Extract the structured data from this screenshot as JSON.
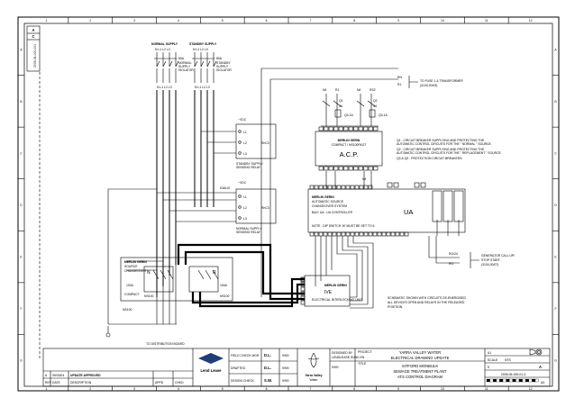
{
  "border": {
    "columns": [
      "1",
      "2",
      "3",
      "4",
      "5",
      "6",
      "7",
      "8",
      "9",
      "10",
      "11",
      "12"
    ],
    "rows": [
      "A",
      "B",
      "C",
      "D",
      "E",
      "F",
      "G"
    ],
    "revision_box": {
      "rev": "A",
      "code": "C",
      "ref": "2005-06-000-001"
    }
  },
  "supplies": {
    "normal": {
      "title": "NORMAL SUPPLY",
      "phases": "N L1 L2 L3",
      "isolator": [
        "NORMAL",
        "SUPPLY",
        "ISOLATOR"
      ],
      "rating": "80A"
    },
    "standby": {
      "title": "STANDBY SUPPLY",
      "phases": "N L1 L2 L3",
      "isolator": [
        "STANDBY",
        "SUPPLY",
        "ISOLATOR"
      ],
      "rating": "80A"
    }
  },
  "bus_labels": {
    "left": "N  L1  L2  L3",
    "right": "N  L1  L2  L3"
  },
  "transformer_note": {
    "line1": "TO FUSE 1 & TRANSFORMER",
    "line2": "(3103-00/03)",
    "n1": "RN",
    "n2": "R1"
  },
  "breakers": {
    "labels": [
      "N/I",
      "R1",
      "N/I",
      "RS2"
    ],
    "q1": "Q1",
    "q2": "Q2",
    "q3": "Q3-1A",
    "q4": "Q3-1A",
    "q5": "3A",
    "q6": "3A"
  },
  "acp": {
    "label1": "MERLIN GERIN",
    "label2": "COMPACT / NS100PAGT",
    "title": "A.C.P."
  },
  "breaker_notes": [
    "Q1 - CIRCUIT BREAKER SUPPLYING AND PROTECTING THE",
    "AUTOMATIC CONTROL CIRCUITS FOR THE \" NORMAL \" SOURCE.",
    "Q2 - CIRCUIT BREAKER SUPPLYING AND PROTECTING THE",
    "AUTOMATIC CONTROL CIRCUITS FOR THE \" REPLACEMENT \" SOURCE.",
    "Q3 & Q3 - PROTECTION CIRCUIT BREAKERS."
  ],
  "relays": {
    "standby": {
      "vdc": "~VDC",
      "terminals": [
        "L1",
        "L2",
        "L3"
      ],
      "device": "RnC3",
      "title1": "STANDBY SUPPLY",
      "title2": "SENSING RELAY"
    },
    "normal": {
      "vdc": "~VDC",
      "tag": "K3AUX",
      "terminals": [
        "L1",
        "L2",
        "L3"
      ],
      "device": "RnC3",
      "title1": "NORMAL SUPPLY",
      "title2": "SENSING RELAY"
    }
  },
  "controller": {
    "lines": [
      "MERLIN GERIN",
      "AUTOMATIC SOURCE",
      "CHANGEOVER SYSTEM"
    ],
    "model": "BA/C UA - UA CONTROLLER",
    "title": "UA",
    "note": "NOTE : DIP SWITCH 'W' MUST BE SET TO 5 ."
  },
  "generator_note": {
    "line1": "GENERATOR CALL UP/",
    "line2": "STOP START",
    "line3": "(3104-00/07)",
    "t1": "RG/24",
    "t2": "RG"
  },
  "changeover": {
    "title": [
      "MERLIN GERIN",
      "SOURCE",
      "CHANGEOVER"
    ],
    "n": "N",
    "r": "R",
    "rating1": "100A",
    "rating2": "100A",
    "compact": "COMPACT",
    "ns1": "NS100",
    "ns2": "NS100",
    "ref": "NS100"
  },
  "interlock": {
    "l1": "MERLIN GERIN",
    "title": "IVE",
    "l2": "ELECTRICAL INTERLOCKING UNIT"
  },
  "deenergised_note": [
    "SCHEMATIC SHOWN WITH CIRCUITS DE-ENERGISED",
    "ALL DEVICES OPEN AND RELAYS IN THE RELEASED",
    "POSITION."
  ],
  "distribution_label": "TO DISTRIBUTION BOARD",
  "title_block": {
    "rev_row": {
      "rev": "A",
      "date": "09/03/04",
      "desc": "UPDATE APPROVED"
    },
    "rev_head": {
      "rev": "REV",
      "date": "DATE",
      "desc": "DESCRIPTION",
      "apvd": "APPD",
      "chk": "CHKD"
    },
    "sign": [
      {
        "role": "FIELD CHECK MGR",
        "init": "D.L.",
        "date": "9/9/0"
      },
      {
        "role": "DRAFTED",
        "init": "D.L.",
        "date": "9/9/0"
      },
      {
        "role": "DESIGN CHECK",
        "init": "S.W.",
        "date": "9/9/0"
      }
    ],
    "lend_lease": "Lend Lease",
    "yarra_logo1": "Yarra Valley",
    "yarra_logo2": "Water",
    "drawn": {
      "l1": "DESIGNED BY",
      "l2": "LENDLEASE SUNG EN",
      "l3": "9/9/0"
    },
    "project_label": "PROJECT",
    "title_label": "TITLE",
    "title_lines": [
      "YARRA VALLEY WATER",
      "ELECTRICAL DRAWING UPDATE",
      "SITFORD MONBULK",
      "SEWAGE TREATMENT PLANT",
      "ATS CONTROL DIAGRAM"
    ],
    "scale": {
      "label": "SCALE",
      "value": "NTS"
    },
    "sheet": "A1",
    "drawing_no": "2005-06-000-01-3",
    "rev_letter": "A",
    "size_tag": "A3",
    "file": "E"
  }
}
